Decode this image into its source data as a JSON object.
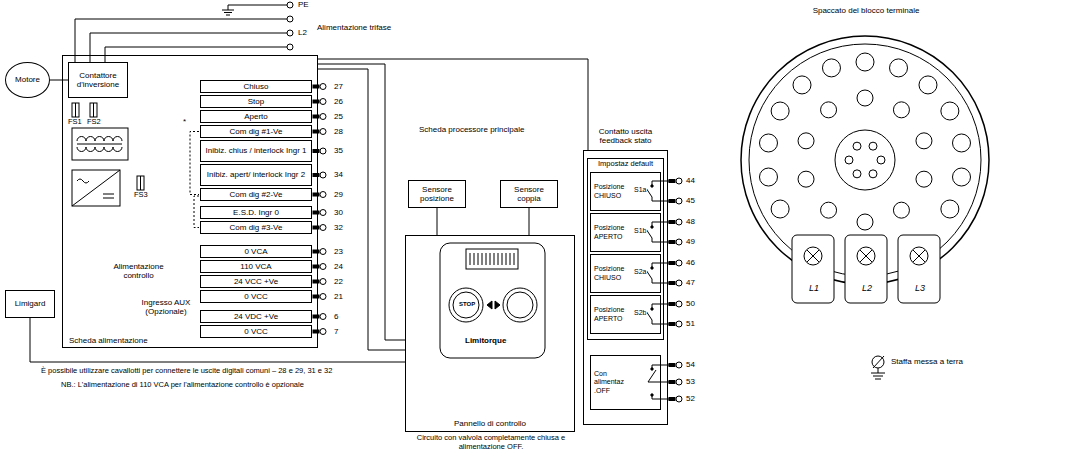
{
  "diagram": {
    "nodes": [
      {
        "text": [
          "Motore"
        ]
      },
      {
        "text": [
          "Scheda alimentazione"
        ]
      },
      {
        "text": [
          "Contattore d'inversione"
        ],
        "in": 1
      },
      {
        "text": [
          "Chiuso"
        ],
        "in": 1
      },
      {
        "text": [
          "Stop"
        ],
        "in": 1
      },
      {
        "text": [
          "Aperto"
        ],
        "in": 1
      },
      {
        "text": [
          "Com dig #1-Ve"
        ],
        "in": 1
      },
      {
        "text": [
          "Inibiz. chius / interlock Ingr 1"
        ],
        "in": 1
      },
      {
        "text": [
          "Inibiz. apert/ interlock Ingr 2"
        ],
        "in": 1
      },
      {
        "text": [
          "Com dig #2-Ve"
        ],
        "in": 1
      },
      {
        "text": [
          "E.S.D. Ingr 0"
        ],
        "in": 1
      },
      {
        "text": [
          "Com dig #3-Ve"
        ],
        "in": 1
      },
      {
        "text": [
          "0 VCA"
        ],
        "in": 1
      },
      {
        "text": [
          "110 VCA"
        ],
        "in": 1
      },
      {
        "text": [
          "24 VCC +Ve"
        ],
        "in": 1
      },
      {
        "text": [
          "0 VCC"
        ],
        "in": 1
      },
      {
        "text": [
          "24 VDC +Ve"
        ],
        "in": 1
      },
      {
        "text": [
          "0 VCC"
        ],
        "in": 1
      },
      {
        "text": [
          "Limigard"
        ]
      },
      {
        "text": [
          "Sensore posizione"
        ]
      },
      {
        "text": [
          "Sensore coppia"
        ]
      },
      {
        "text": [
          "Pannello di controllo"
        ]
      },
      {
        "text": [
          "Contatto uscita feedback stato"
        ]
      },
      {
        "text": [
          "Impostaz default"
        ],
        "in": 22
      },
      {
        "text": [
          "Posizione CHIUSO"
        ],
        "in": 23
      },
      {
        "text": [
          "Posizione APERTO"
        ],
        "in": 23
      },
      {
        "text": [
          "Posizione CHIUSO"
        ],
        "in": 23
      },
      {
        "text": [
          "Posizione APERTO"
        ],
        "in": 23
      },
      {
        "text": [
          "Con alimentaz .OFF"
        ],
        "in": 22
      }
    ],
    "edges": [
      {
        "from": 0,
        "to": 2,
        "arrow": "none"
      },
      {
        "from": 18,
        "to": 21,
        "arrow": "none"
      },
      {
        "from": 19,
        "to": 21,
        "arrow": "none"
      },
      {
        "from": 20,
        "to": 21,
        "arrow": "none"
      }
    ],
    "labels": [
      "PE",
      "L2",
      "Alimentazione trifase",
      "FS1",
      "FS2",
      "FS3",
      "*",
      "Alimentazione controllo",
      "Ingresso AUX (Opzionale)",
      "27",
      "26",
      "25",
      "28",
      "35",
      "34",
      "29",
      "30",
      "32",
      "23",
      "24",
      "22",
      "21",
      "6",
      "7",
      "È possibile utilizzare cavallotti per connettere le uscite digitali comuni – 28 e 29, 31 e 32",
      "NB.: L'alimentazione di 110 VCA per l'alimentazione controllo è opzionale",
      "Scheda processore principale",
      "Limitorque",
      "STOP",
      "Circuito con valvola completamente chiusa e alimentazione OFF.",
      "S1a",
      "S1b",
      "S2a",
      "S2b",
      "44",
      "45",
      "48",
      "49",
      "46",
      "47",
      "50",
      "51",
      "54",
      "53",
      "52",
      "Spaccato del blocco terminale",
      "L1",
      "L2",
      "L3",
      "Staffa messa a terra"
    ]
  }
}
